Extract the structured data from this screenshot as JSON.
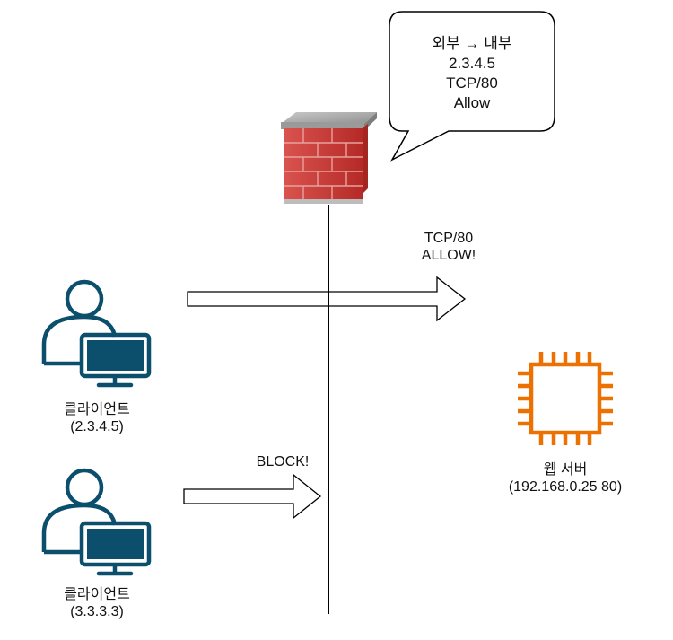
{
  "callout": {
    "lines": [
      "외부 → 내부",
      "2.3.4.5",
      "TCP/80",
      "Allow"
    ]
  },
  "allow_label": {
    "lines": [
      "TCP/80",
      "ALLOW!"
    ]
  },
  "block_label": "BLOCK!",
  "clients": [
    {
      "name": "클라이언트",
      "ip": "(2.3.4.5)"
    },
    {
      "name": "클라이언트",
      "ip": "(3.3.3.3)"
    }
  ],
  "server": {
    "name": "웹 서버",
    "address": "(192.168.0.25 80)"
  },
  "icons": {
    "firewall": "brick-wall-firewall-icon",
    "client": "user-with-monitor-icon",
    "server": "cpu-chip-icon"
  },
  "colors": {
    "client_icon": "#0b4f6c",
    "server_icon": "#ed7100",
    "brick": "#c9302c",
    "wall_cap": "#a8a8a8",
    "line": "#000000"
  }
}
